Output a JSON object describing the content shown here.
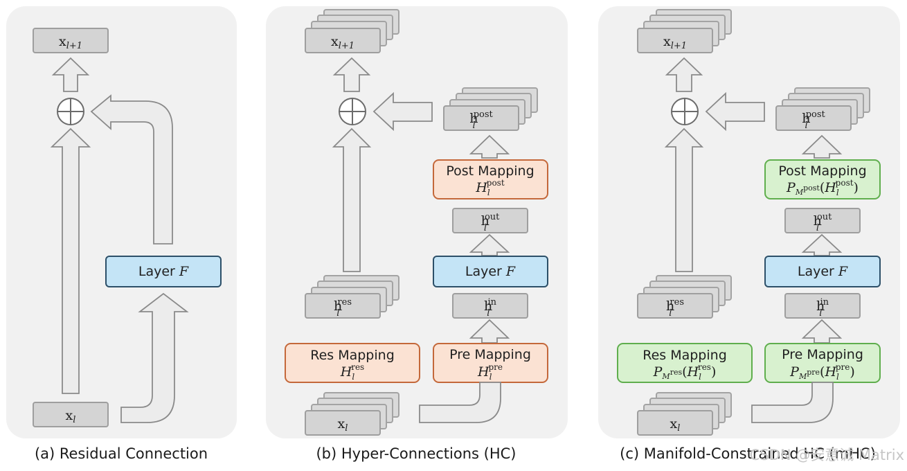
{
  "labels": {
    "x_next": [
      "x",
      "l+1"
    ],
    "x_cur": [
      "x",
      "l"
    ],
    "h_post": [
      "h",
      "l",
      "post"
    ],
    "h_out": [
      "h",
      "l",
      "out"
    ],
    "h_in": [
      "h",
      "l",
      "in"
    ],
    "h_res": [
      "h",
      "l",
      "res"
    ],
    "layer": [
      "Layer ",
      "F"
    ],
    "post_mapping": "Post Mapping",
    "pre_mapping": "Pre Mapping",
    "res_mapping": "Res Mapping",
    "H_post": [
      "H",
      "l",
      "post"
    ],
    "H_pre": [
      "H",
      "l",
      "pre"
    ],
    "H_res": [
      "H",
      "l",
      "res"
    ],
    "P_post": [
      "P",
      "M",
      "post",
      "(",
      "H",
      "l",
      "post",
      ")"
    ],
    "P_pre": [
      "P",
      "M",
      "pre",
      "(",
      "H",
      "l",
      "pre",
      ")"
    ],
    "P_res": [
      "P",
      "M",
      "res",
      "(",
      "H",
      "l",
      "res",
      ")"
    ]
  },
  "captions": {
    "a": "(a) Residual Connection",
    "b": "(b) Hyper-Connections (HC)",
    "c": "(c) Manifold-Constrained HC (mHC)"
  },
  "watermark": "CSDN @安意诚 Matrix",
  "colors": {
    "panel": "#f1f1f1",
    "layer_fill": "#c4e4f6",
    "orange_fill": "#fbe2d3",
    "green_fill": "#d8f1cf"
  }
}
